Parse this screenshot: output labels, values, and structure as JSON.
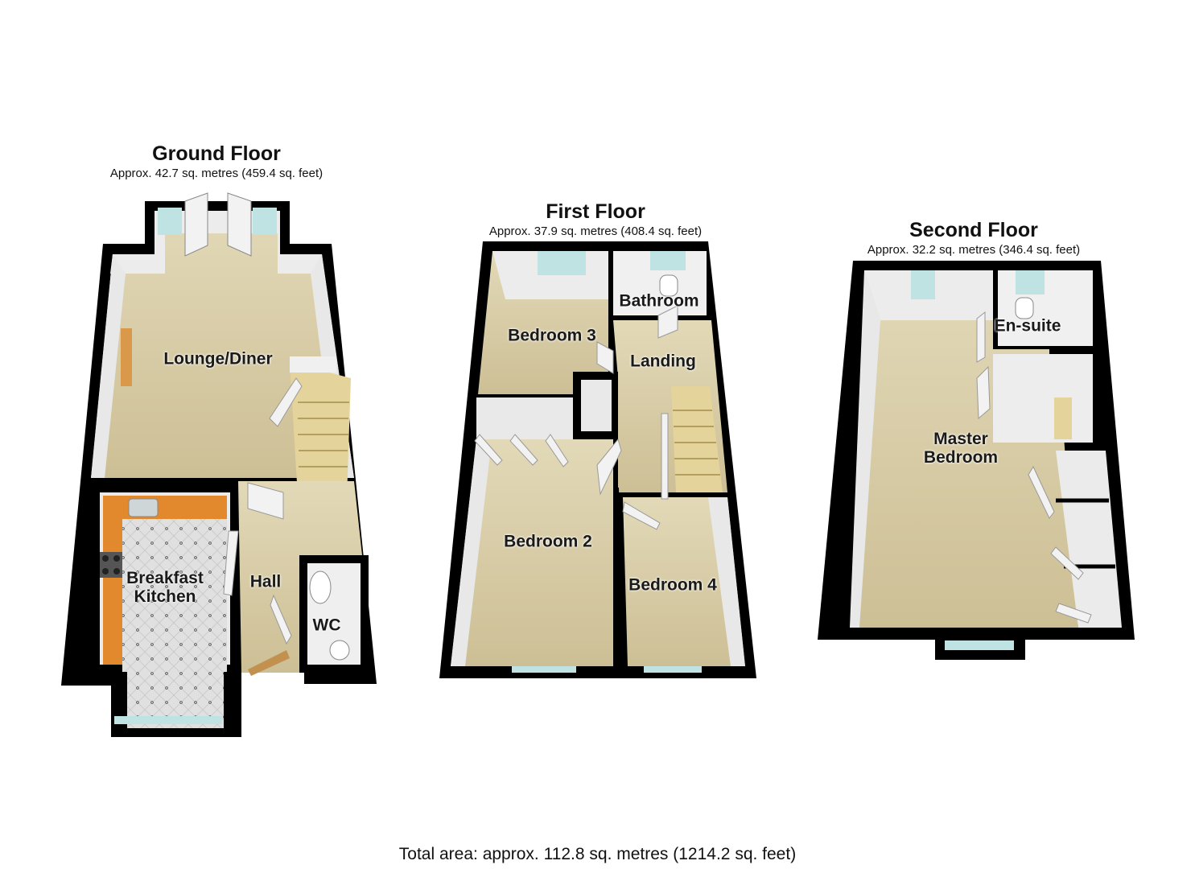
{
  "floors": {
    "ground": {
      "title": "Ground Floor",
      "area": "Approx. 42.7 sq. metres (459.4 sq. feet)",
      "rooms": {
        "lounge": "Lounge/Diner",
        "kitchen": "Breakfast\nKitchen",
        "hall": "Hall",
        "wc": "WC"
      }
    },
    "first": {
      "title": "First Floor",
      "area": "Approx. 37.9 sq. metres (408.4 sq. feet)",
      "rooms": {
        "bathroom": "Bathroom",
        "bedroom3": "Bedroom 3",
        "landing": "Landing",
        "bedroom2": "Bedroom 2",
        "bedroom4": "Bedroom 4"
      }
    },
    "second": {
      "title": "Second Floor",
      "area": "Approx. 32.2 sq. metres (346.4 sq. feet)",
      "rooms": {
        "ensuite": "En-suite",
        "master": "Master\nBedroom"
      }
    }
  },
  "total_area": "Total area: approx. 112.8 sq. metres (1214.2 sq. feet)",
  "colors": {
    "wall": "#000000",
    "carpet": "#d8cda8",
    "inner_wall": "#e6e6e6",
    "kitchen_worktop": "#e2892e",
    "kitchen_floor": "#dcdcdc",
    "window": "#bfe3e3",
    "door": "#f2f2f2",
    "stairs": "#e4d39a"
  }
}
